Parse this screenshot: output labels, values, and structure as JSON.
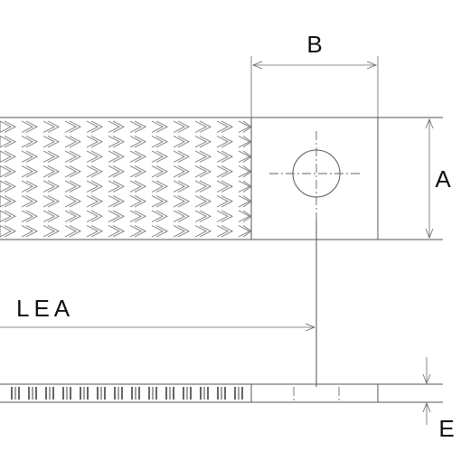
{
  "labels": {
    "dim_b": "B",
    "dim_a": "A",
    "dim_lea": "LEA",
    "dim_e": "E"
  },
  "colors": {
    "line": "#555555",
    "text": "#111111",
    "background": "#ffffff"
  }
}
